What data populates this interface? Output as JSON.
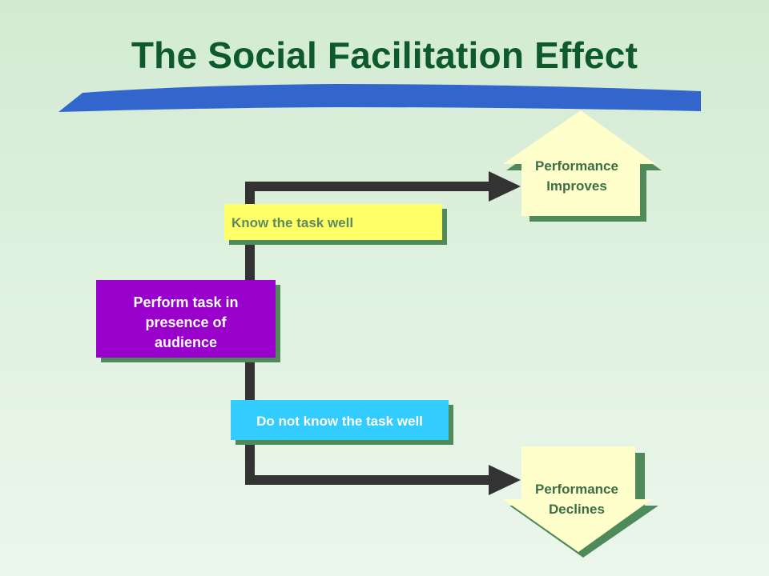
{
  "title": "The Social Facilitation Effect",
  "boxes": {
    "start": {
      "line1": "Perform task in",
      "line2": "presence of",
      "line3": "audience"
    },
    "know": {
      "label": "Know the task well"
    },
    "dontknow": {
      "label": "Do not know the task well"
    }
  },
  "outcomes": {
    "improves": {
      "line1": "Performance",
      "line2": "Improves"
    },
    "declines": {
      "line1": "Performance",
      "line2": "Declines"
    }
  },
  "colors": {
    "title": "#0f5a2c",
    "banner": "#3366cc",
    "start_box": "#9900cc",
    "know_box": "#ffff66",
    "dontknow_box": "#33ccff",
    "outcome_fill": "#ffffcc",
    "shadow": "#4f8a5a",
    "connector": "#333333"
  }
}
